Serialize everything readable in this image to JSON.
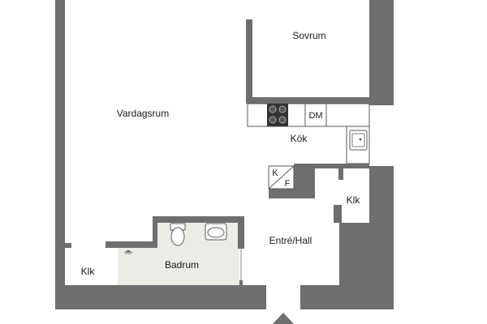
{
  "floorplan": {
    "rooms": {
      "sovrum": "Sovrum",
      "vardagsrum": "Vardagsrum",
      "kok": "Kök",
      "entre_hall": "Entré/Hall",
      "badrum": "Badrum",
      "klk_bottom_left": "Klk",
      "klk_right": "Klk"
    },
    "appliances": {
      "dishwasher": "DM",
      "kf_k": "K",
      "kf_f": "F"
    },
    "colors": {
      "wall": "#6e6e6e",
      "floor": "#ffffff",
      "bathroom_floor": "#ecebe6",
      "line": "#5a5a5a",
      "stove": "#333333"
    }
  }
}
